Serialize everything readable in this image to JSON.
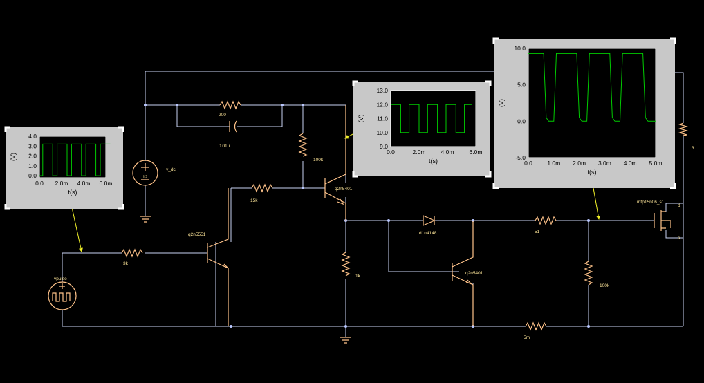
{
  "colors": {
    "wire": "#c9d2f2",
    "component": "#ffc38a",
    "label": "#ffe79a",
    "node": "#b9c7ff",
    "probe": "#f0f028",
    "trace": "#00cc00",
    "plot_bg": "#c8c8c8"
  },
  "components": {
    "v_dc": {
      "name": "v_dc",
      "value": "12"
    },
    "vpulse": {
      "name": "vpulse"
    },
    "r_200": "200",
    "c_01u": "0.01u",
    "r_100k_top": "100k",
    "r_15k": "15k",
    "q_top": "q2n5401",
    "q_left": "q2n5551",
    "r_3k": "3k",
    "r_1k": "1k",
    "diode": "d1n4148",
    "q_mid": "q2n5401",
    "r_51": "51",
    "r_100k_right": "100k",
    "r_5m": "5m",
    "mosfet": "mtp15n06_s1",
    "mosfet_d": "d",
    "mosfet_s": "s",
    "r_3": "3"
  },
  "plots": [
    {
      "id": "plot-left",
      "ylabel": "(V)",
      "xlabel": "t(s)",
      "yticks": [
        "4.0",
        "3.0",
        "2.0",
        "1.0",
        "0.0"
      ],
      "xticks": [
        "0.0",
        "2.0m",
        "4.0m",
        "6.0m"
      ]
    },
    {
      "id": "plot-mid",
      "ylabel": "(V)",
      "xlabel": "t(s)",
      "yticks": [
        "13.0",
        "12.0",
        "11.0",
        "10.0",
        "9.0"
      ],
      "xticks": [
        "0.0",
        "2.0m",
        "4.0m",
        "6.0m"
      ]
    },
    {
      "id": "plot-right",
      "ylabel": "(V)",
      "xlabel": "t(s)",
      "yticks": [
        "10.0",
        "5.0",
        "0.0",
        "-5.0"
      ],
      "xticks": [
        "0.0",
        "1.0m",
        "2.0m",
        "3.0m",
        "4.0m",
        "5.0m"
      ]
    }
  ],
  "chart_data": [
    {
      "type": "line",
      "title": "",
      "xlabel": "t(s)",
      "ylabel": "(V)",
      "xlim": [
        0,
        0.006
      ],
      "ylim": [
        -0.2,
        4.0
      ],
      "series": [
        {
          "x": [
            0,
            0.0003,
            0.0003,
            0.0012,
            0.0012,
            0.0016,
            0.0016,
            0.0025,
            0.0025,
            0.0029,
            0.0029,
            0.0038,
            0.0038,
            0.0042,
            0.0042,
            0.0051,
            0.0051,
            0.0055,
            0.0055,
            0.0064
          ],
          "y": [
            0,
            0,
            3.2,
            3.2,
            0,
            0,
            3.2,
            3.2,
            0,
            0,
            3.2,
            3.2,
            0,
            0,
            3.2,
            3.2,
            0,
            0,
            3.2,
            3.2
          ]
        }
      ]
    },
    {
      "type": "line",
      "title": "",
      "xlabel": "t(s)",
      "ylabel": "(V)",
      "xlim": [
        0,
        0.006
      ],
      "ylim": [
        9.0,
        13.0
      ],
      "series": [
        {
          "x": [
            0,
            0.0007,
            0.0007,
            0.0013,
            0.0013,
            0.002,
            0.002,
            0.0026,
            0.0026,
            0.0033,
            0.0033,
            0.0039,
            0.0039,
            0.0046,
            0.0046,
            0.0052,
            0.0052,
            0.0057
          ],
          "y": [
            12,
            12,
            10,
            10,
            12,
            12,
            10,
            10,
            12,
            12,
            10,
            10,
            12,
            12,
            10,
            10,
            12,
            12
          ]
        }
      ]
    },
    {
      "type": "line",
      "title": "",
      "xlabel": "t(s)",
      "ylabel": "(V)",
      "xlim": [
        0,
        0.005
      ],
      "ylim": [
        -5,
        10
      ],
      "series": [
        {
          "x": [
            0,
            0.0006,
            0.0007,
            0.0008,
            0.001,
            0.0011,
            0.0012,
            0.0019,
            0.002,
            0.0021,
            0.0023,
            0.0024,
            0.0025,
            0.0032,
            0.0033,
            0.0034,
            0.0036,
            0.0037,
            0.0038,
            0.0045,
            0.0046,
            0.0047,
            0.0049,
            0.005
          ],
          "y": [
            9.3,
            9.3,
            0.5,
            0,
            0,
            9.3,
            9.3,
            9.3,
            0.5,
            0,
            0,
            9.3,
            9.3,
            9.3,
            0.5,
            0,
            0,
            9.3,
            9.3,
            9.3,
            0.5,
            0,
            0,
            0
          ]
        }
      ]
    }
  ]
}
